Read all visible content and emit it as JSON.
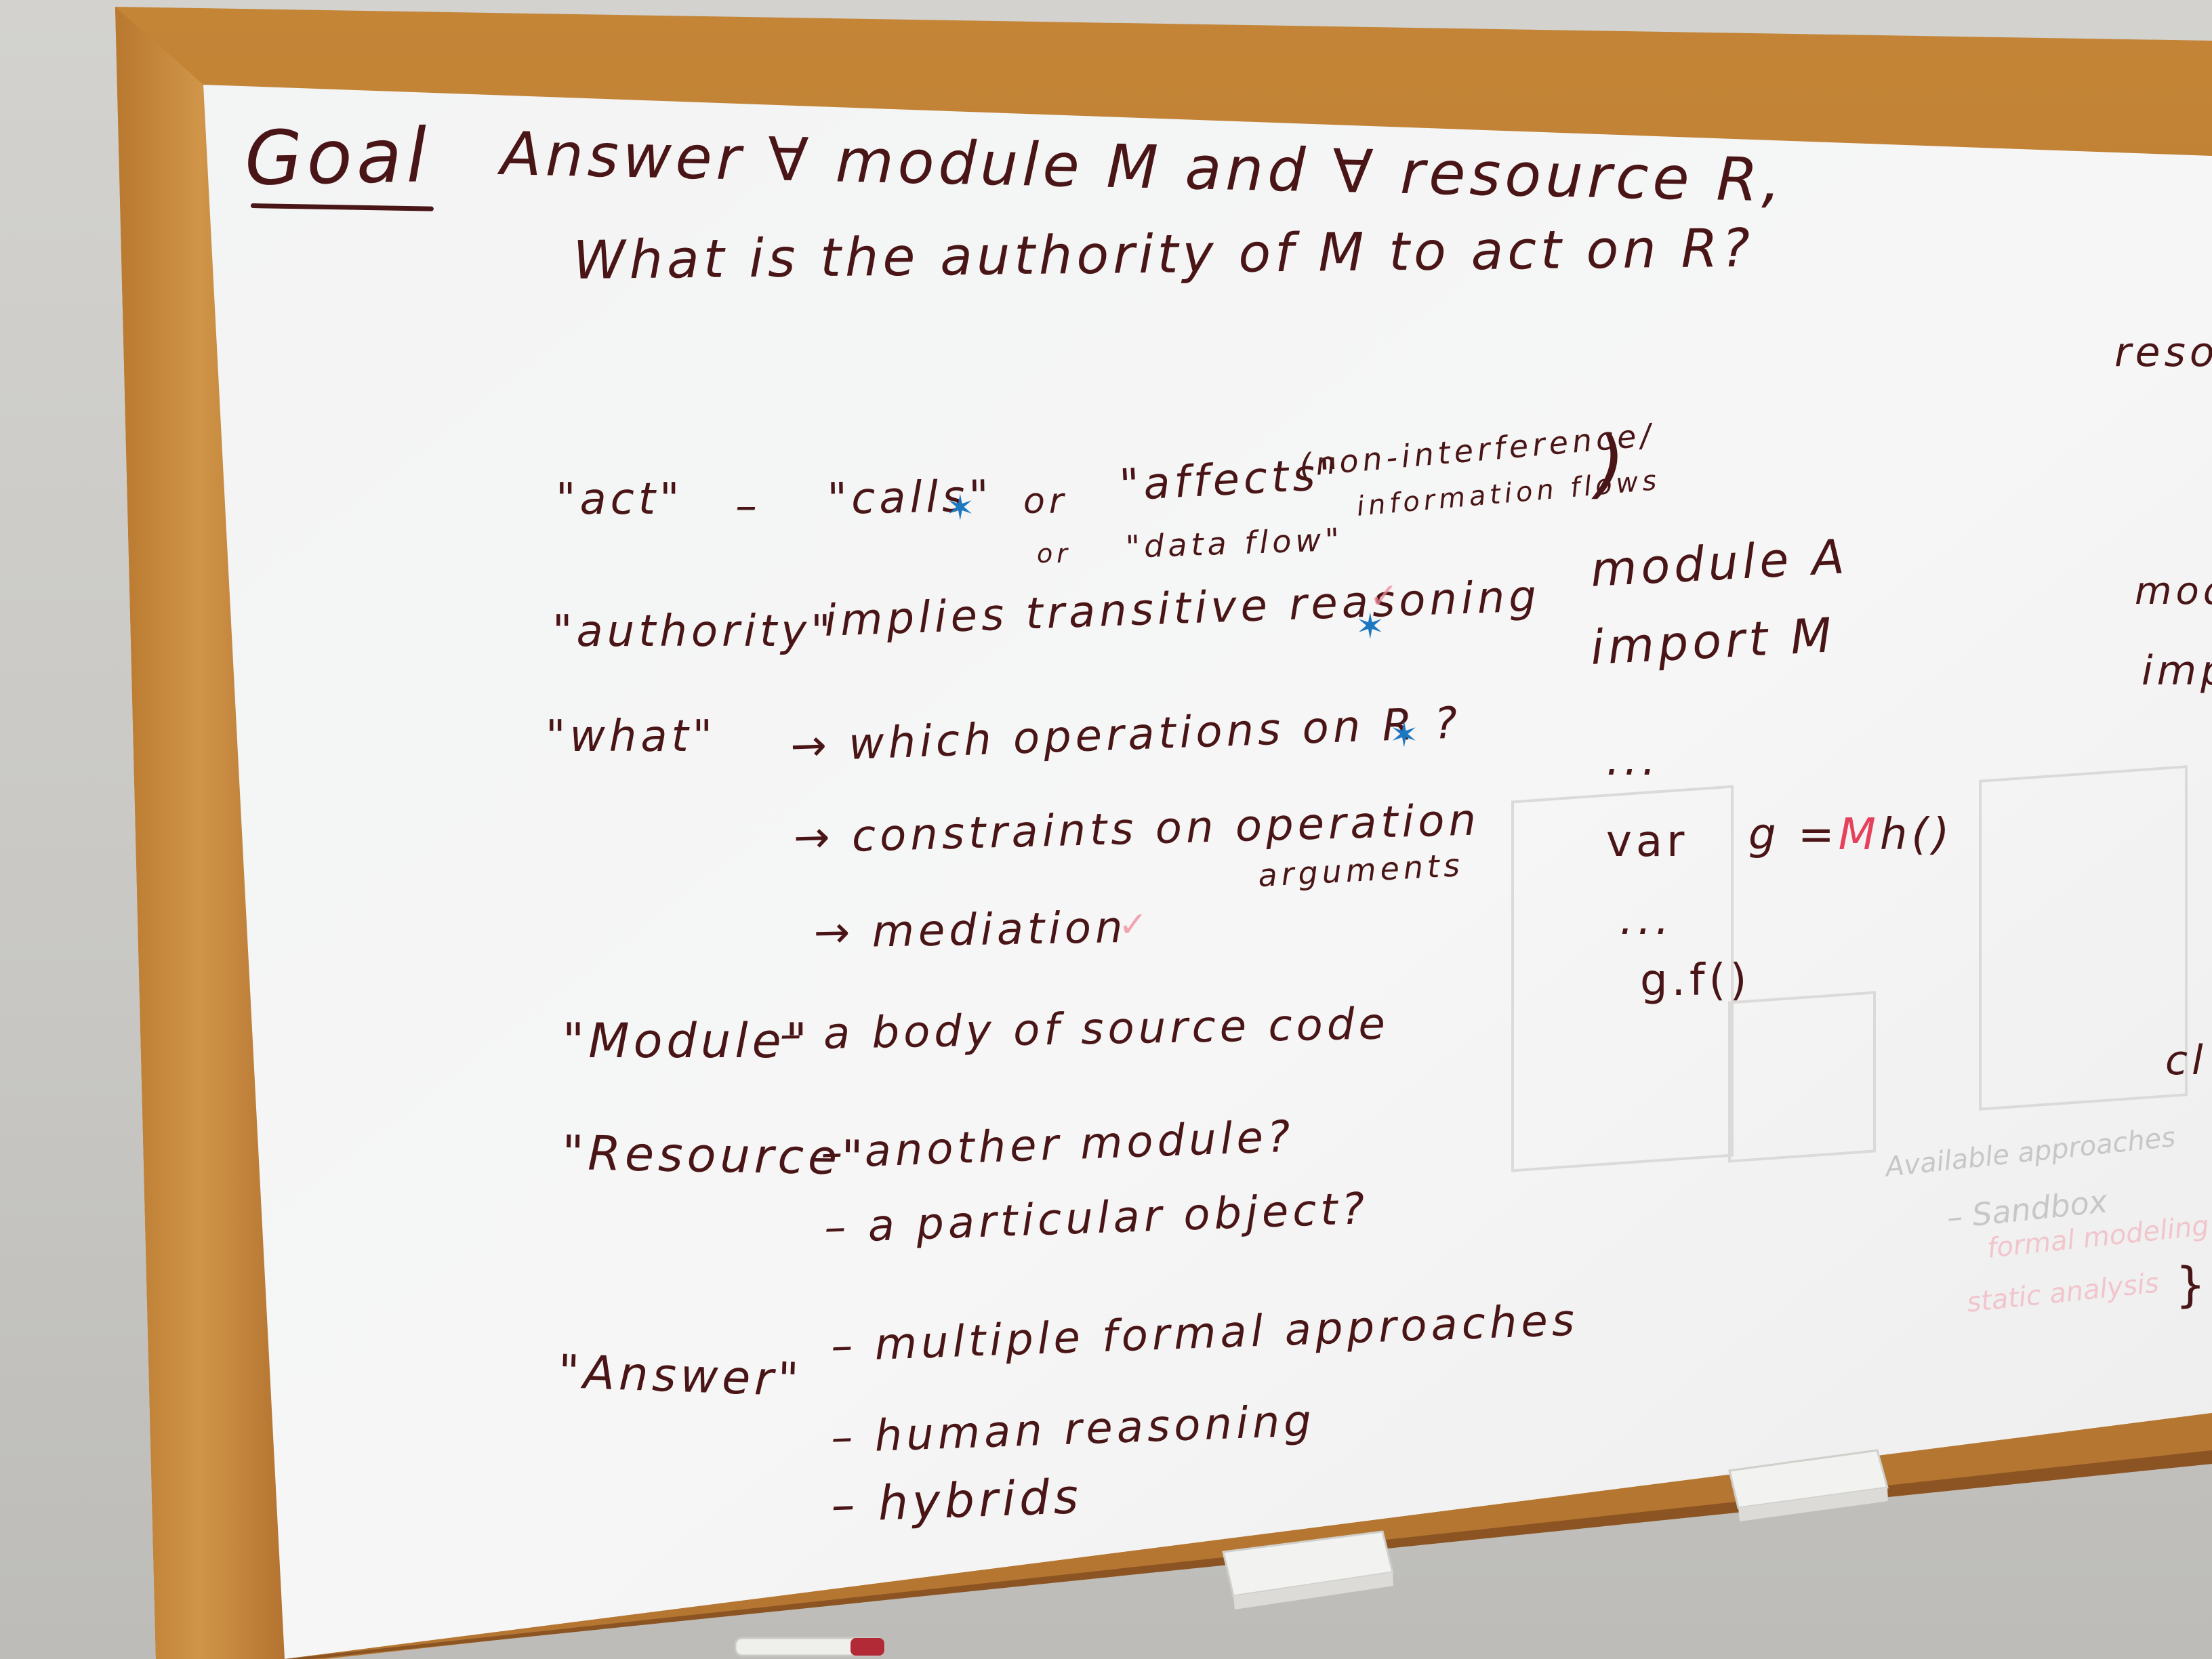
{
  "board": {
    "goal_label": "Goal",
    "goal_line": "Answer  ∀ module M  and ∀ resource R,",
    "question": "What is the authority of M to act on R?"
  },
  "definitions": {
    "act": {
      "term": "\"act\"",
      "dash": "–",
      "calls": "\"calls\"",
      "or1": "or",
      "affects": "\"affects\"",
      "paren": "(non-interference/",
      "paren2": "information flows",
      "paren_close": ")",
      "or2": "or",
      "data_flow": "\"data flow\""
    },
    "authority": {
      "term": "\"authority\"",
      "text": "implies transitive reasoning"
    },
    "what": {
      "term": "\"what\"",
      "items": [
        "→  which operations on R ?",
        "→  constraints on operation",
        "→  mediation"
      ],
      "arguments": "arguments"
    },
    "module": {
      "term": "\"Module\"",
      "text": "– a body of source code"
    },
    "resource": {
      "term": "\"Resource\"",
      "items": [
        "– another module?",
        "– a particular object?"
      ]
    },
    "answer": {
      "term": "\"Answer\"",
      "items": [
        "– multiple formal approaches",
        "– human reasoning",
        "– hybrids"
      ]
    }
  },
  "code": {
    "line1": "module  A",
    "line2": "import  M",
    "dots1": "...",
    "var": "var",
    "assign_pre": "g =",
    "assign_hi": "M",
    "assign_post": "h()",
    "dots2": "...",
    "call": "g.f()"
  },
  "right_edge": {
    "partial1": "resou",
    "partial2": "modu",
    "partial3": "imp",
    "partial4": "cl",
    "brace": "}"
  },
  "marks": {
    "star": "✶",
    "check": "✓"
  },
  "colors": {
    "ink": "#4a1516",
    "blue_marker": "#1d78c2",
    "pink_marker": "#f08a9a",
    "frame_wood": "#c98a3a",
    "board_white": "#f4f5f5"
  }
}
